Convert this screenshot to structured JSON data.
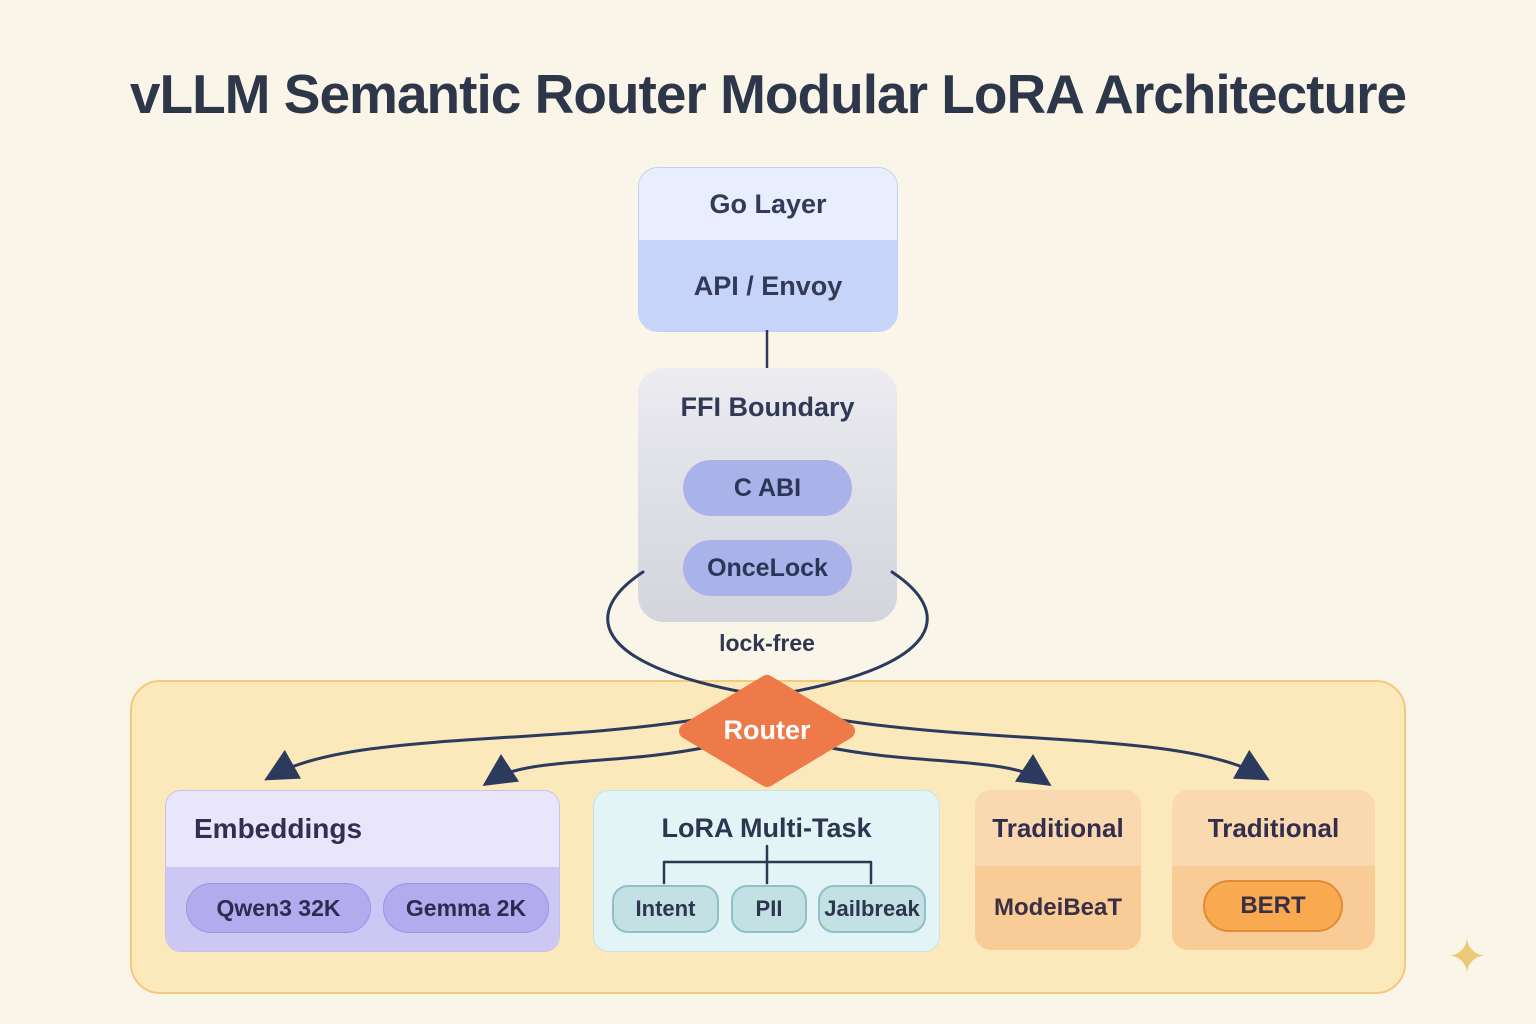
{
  "title": "vLLM Semantic Router Modular LoRA Architecture",
  "go_layer": {
    "title": "Go Layer",
    "subtitle": "API / Envoy"
  },
  "ffi_boundary": {
    "title": "FFI Boundary",
    "pills": [
      "C ABI",
      "OnceLock"
    ]
  },
  "connector_label": "lock-free",
  "router": {
    "label": "Router"
  },
  "groups": [
    {
      "title": "Embeddings",
      "items": [
        "Qwen3 32K",
        "Gemma 2K"
      ]
    },
    {
      "title": "LoRA Multi-Task",
      "items": [
        "Intent",
        "PII",
        "Jailbreak"
      ]
    },
    {
      "title": "Traditional",
      "items": [
        "ModeiBeaT"
      ]
    },
    {
      "title": "Traditional",
      "items": [
        "BERT"
      ]
    }
  ],
  "icons": {
    "sparkle": "✦"
  },
  "colors": {
    "background": "#faf5e9",
    "navy": "#2e3a56",
    "router_orange": "#ee7a4a",
    "container_yellow": "#fce9bb",
    "blue_box": "#c7d4f9",
    "purple_pill": "#b2abee",
    "cyan_box": "#e2f4f6",
    "orange_box": "#f8cb97"
  }
}
